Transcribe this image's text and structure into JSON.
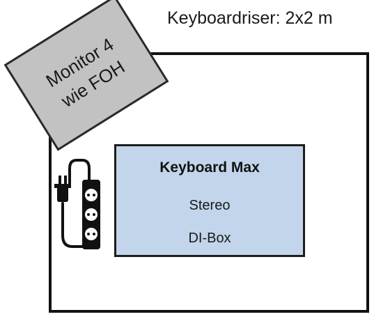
{
  "riser": {
    "title": "Keyboardriser: 2x2 m"
  },
  "monitor": {
    "line1": "Monitor 4",
    "line2": "wie FOH",
    "fill_color": "#c2c2c2"
  },
  "keyboard": {
    "name": "Keyboard Max",
    "line1": "Stereo",
    "line2": "DI-Box",
    "fill_color": "#c2d5ea"
  },
  "power": {
    "icon": "power-strip-with-plug"
  }
}
